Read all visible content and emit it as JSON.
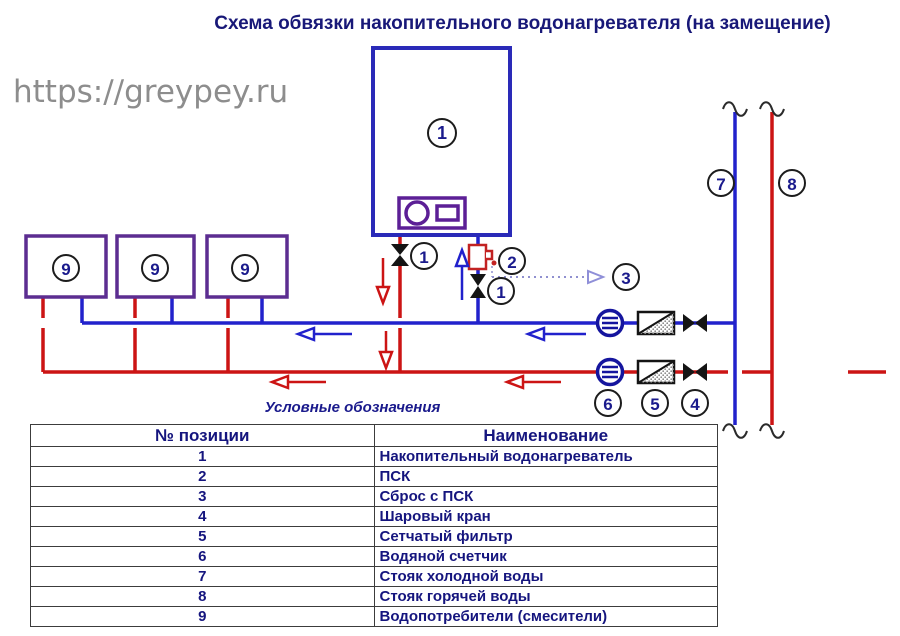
{
  "title": "Схема обвязки накопительного водонагревателя (на замещение)",
  "watermark": "https://greypey.ru",
  "colors": {
    "pipe_cold_blue": "#2121cc",
    "pipe_hot_red": "#cc1414",
    "consumer_purple": "#5c2d91",
    "heater_blue": "#2a2ab8",
    "panel_purple": "#5c1f96",
    "text_navy": "#1a1a8c",
    "watermark_gray": "#8d8d8d",
    "discharge_lavender": "#8f8fd8"
  },
  "labels": {
    "heater": "1",
    "hot_outlet_valve": "1",
    "psk": "2",
    "cold_inlet_valve": "1",
    "psk_discharge": "3",
    "consumer_1": "9",
    "consumer_2": "9",
    "consumer_3": "9",
    "cold_riser": "7",
    "hot_riser": "8",
    "water_meter": "6",
    "strainer": "5",
    "ball_valve": "4"
  },
  "legend": {
    "caption": "Условные обозначения",
    "columns": [
      "№ позиции",
      "Наименование"
    ],
    "rows": [
      {
        "num": "1",
        "name": "Накопительный водонагреватель"
      },
      {
        "num": "2",
        "name": "ПСК"
      },
      {
        "num": "3",
        "name": "Сброс с ПСК"
      },
      {
        "num": "4",
        "name": "Шаровый кран"
      },
      {
        "num": "5",
        "name": "Сетчатый фильтр"
      },
      {
        "num": "6",
        "name": "Водяной счетчик"
      },
      {
        "num": "7",
        "name": "Стояк холодной воды"
      },
      {
        "num": "8",
        "name": "Стояк горячей воды"
      },
      {
        "num": "9",
        "name": "Водопотребители (смесители)"
      }
    ]
  }
}
